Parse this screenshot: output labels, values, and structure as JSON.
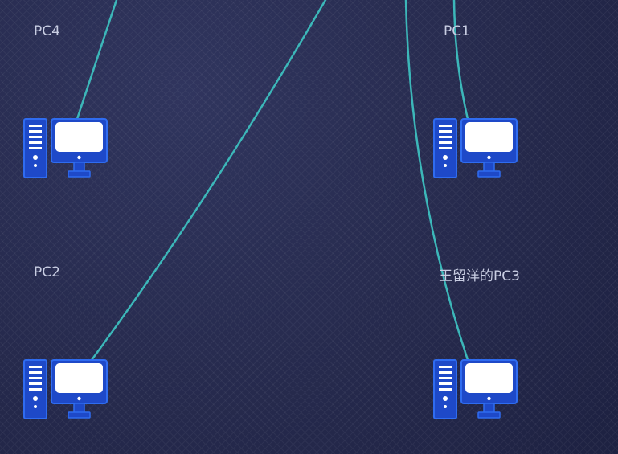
{
  "topology": {
    "nodes": [
      {
        "id": "pc4",
        "label": "PC4",
        "icon": "desktop-computer-icon"
      },
      {
        "id": "pc1",
        "label": "PC1",
        "icon": "desktop-computer-icon"
      },
      {
        "id": "pc2",
        "label": "PC2",
        "icon": "desktop-computer-icon"
      },
      {
        "id": "pc3",
        "label": "王留洋的PC3",
        "icon": "desktop-computer-icon"
      }
    ],
    "link_color": "#3cb7b9",
    "icon_color": "#1e49c8",
    "background_color": "#262b4f"
  }
}
